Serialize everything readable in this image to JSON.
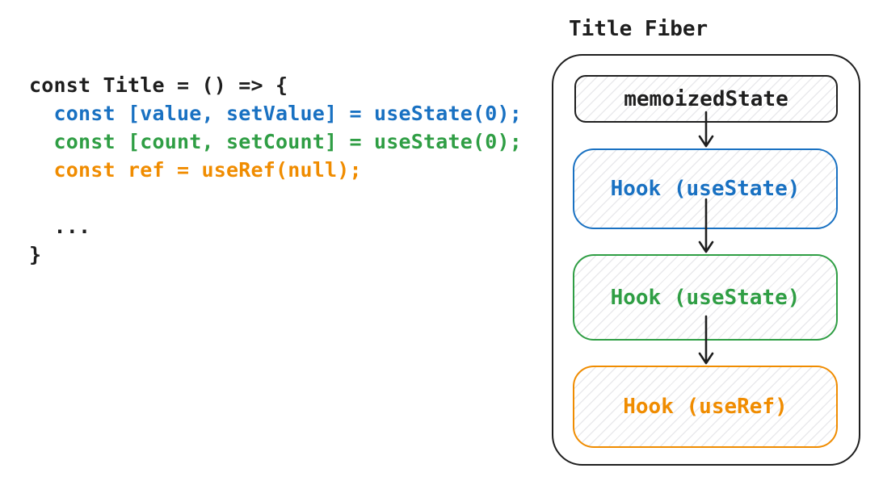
{
  "palette": {
    "text_black": "#1e1e1e",
    "blue": "#1971c2",
    "green": "#2f9e44",
    "orange": "#f08c00",
    "hatch_gray": "#dfdfe4",
    "background": "#ffffff"
  },
  "code": {
    "lines": [
      {
        "text": "const Title = () => {",
        "color": "#1e1e1e"
      },
      {
        "text": "  const [value, setValue] = useState(0);",
        "color": "#1971c2"
      },
      {
        "text": "  const [count, setCount] = useState(0);",
        "color": "#2f9e44"
      },
      {
        "text": "  const ref = useRef(null);",
        "color": "#f08c00"
      },
      {
        "text": "",
        "color": "#1e1e1e"
      },
      {
        "text": "  ...",
        "color": "#1e1e1e"
      },
      {
        "text": "}",
        "color": "#1e1e1e"
      }
    ]
  },
  "diagram": {
    "title": "Title Fiber",
    "nodes": [
      {
        "label": "memoizedState",
        "color": "#1e1e1e"
      },
      {
        "label": "Hook (useState)",
        "color": "#1971c2"
      },
      {
        "label": "Hook (useState)",
        "color": "#2f9e44"
      },
      {
        "label": "Hook (useRef)",
        "color": "#f08c00"
      }
    ],
    "edges": [
      {
        "from": "memoizedState",
        "to": "Hook (useState) [1]"
      },
      {
        "from": "Hook (useState) [1]",
        "to": "Hook (useState) [2]"
      },
      {
        "from": "Hook (useState) [2]",
        "to": "Hook (useRef)"
      }
    ]
  }
}
